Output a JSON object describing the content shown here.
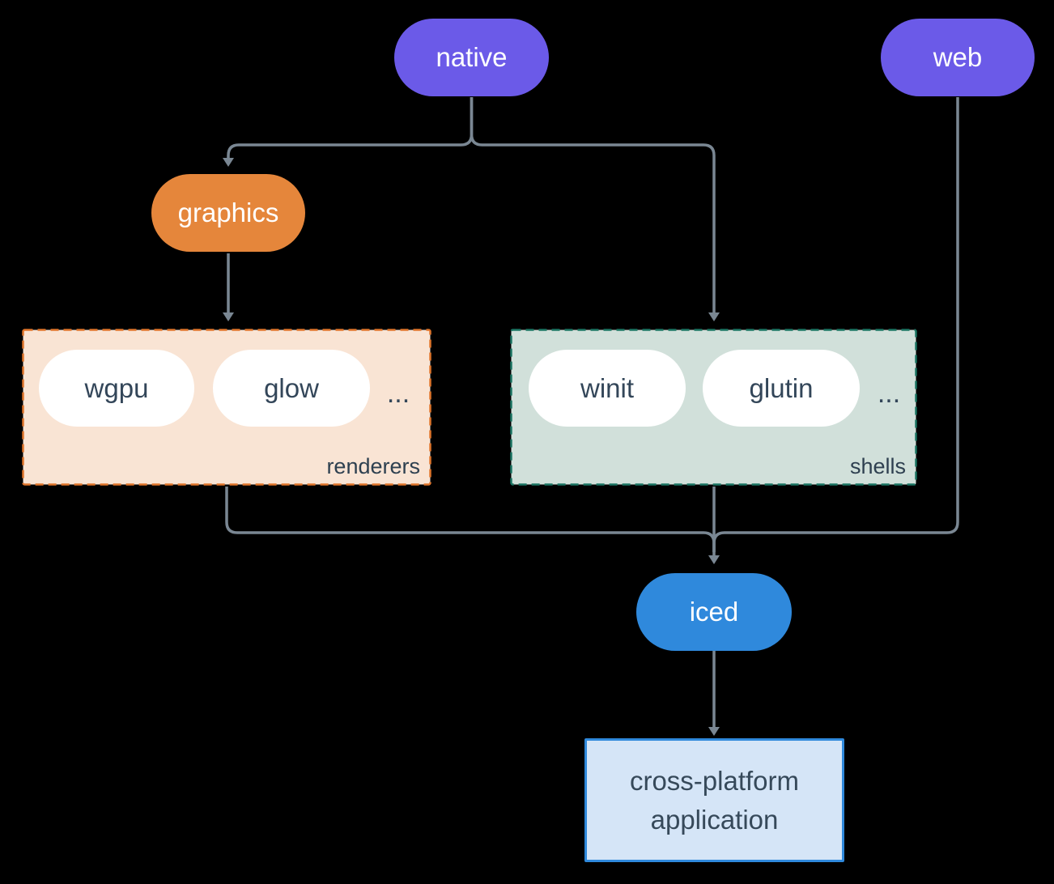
{
  "diagram": {
    "nodes": {
      "native": {
        "label": "native",
        "color": "#6B5AE8"
      },
      "web": {
        "label": "web",
        "color": "#6B5AE8"
      },
      "graphics": {
        "label": "graphics",
        "color": "#E5863B"
      },
      "iced": {
        "label": "iced",
        "color": "#2F89DC"
      },
      "app": {
        "lines": [
          "cross-platform",
          "application"
        ],
        "fill": "#D5E5F7",
        "border": "#2F89DC"
      }
    },
    "groups": {
      "renderers": {
        "label": "renderers",
        "items": [
          "wgpu",
          "glow"
        ],
        "ellipsis": "...",
        "fill": "#F9E4D4",
        "border": "#E0752B"
      },
      "shells": {
        "label": "shells",
        "items": [
          "winit",
          "glutin"
        ],
        "ellipsis": "...",
        "fill": "#D1E0DA",
        "border": "#1B7563"
      }
    },
    "edges": [
      {
        "from": "native",
        "to": "graphics"
      },
      {
        "from": "native",
        "to": "shells"
      },
      {
        "from": "graphics",
        "to": "renderers"
      },
      {
        "from": "renderers",
        "to": "iced"
      },
      {
        "from": "shells",
        "to": "iced"
      },
      {
        "from": "web",
        "to": "iced"
      },
      {
        "from": "iced",
        "to": "app"
      }
    ],
    "colors": {
      "background": "#000000",
      "connector": "#7A8793",
      "text_on_color": "#FFFFFF",
      "text_dark": "#334659"
    }
  }
}
